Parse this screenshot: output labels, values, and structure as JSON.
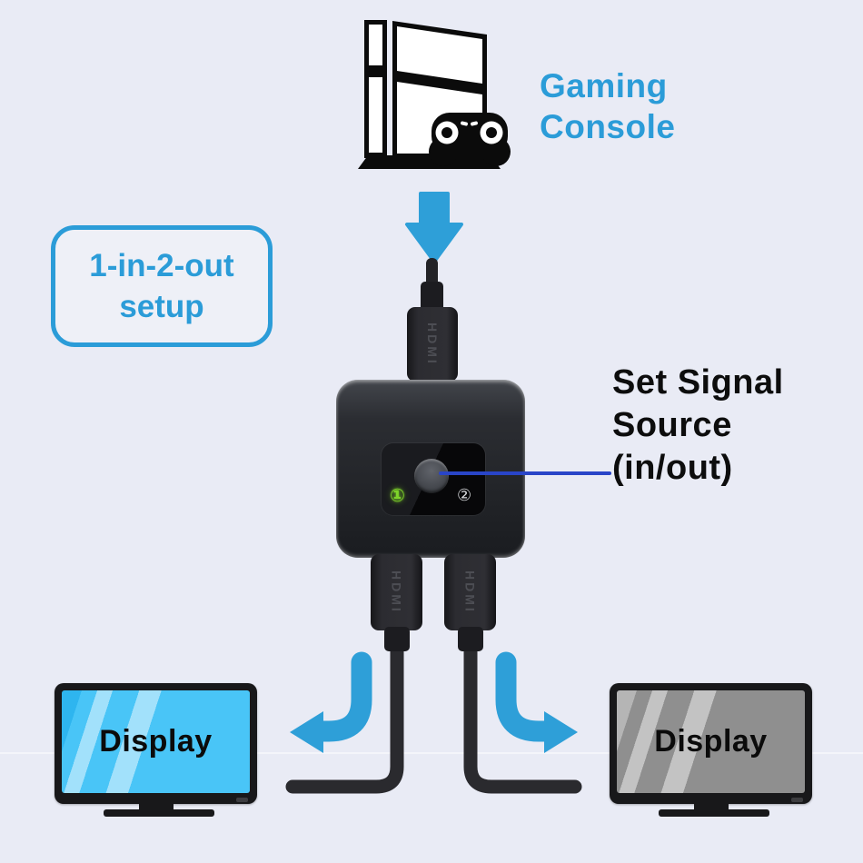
{
  "background_color": "#E9EBF5",
  "accent_blue": "#2B9CD8",
  "console": {
    "label": "Gaming\nConsole"
  },
  "setup_box": {
    "label": "1-in-2-out\nsetup"
  },
  "switch": {
    "input_connector_label": "HDMI",
    "output_connector_labels": [
      "HDMI",
      "HDMI"
    ],
    "indicator_1": "①",
    "indicator_1_color": "#7ED32A",
    "indicator_2": "②",
    "indicator_2_color": "#D8DADD",
    "annotation": "Set Signal\nSource\n(in/out)",
    "pointer_color": "#2945C8",
    "arrow_color": "#2E9FD8"
  },
  "displays": {
    "left": {
      "label": "Display",
      "screen_color": "#49C5F7"
    },
    "right": {
      "label": "Display",
      "screen_color": "#8F8F8F"
    }
  }
}
